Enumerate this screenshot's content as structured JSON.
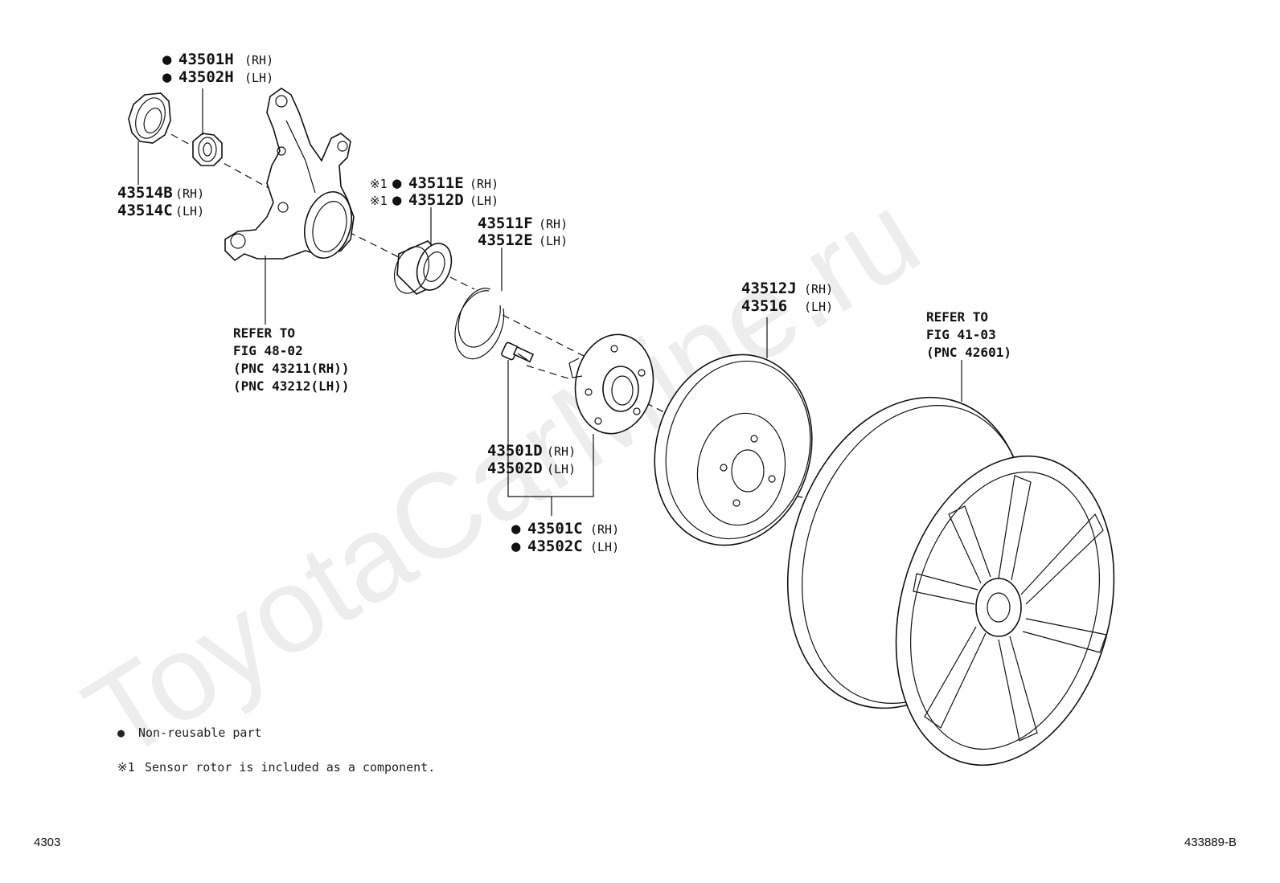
{
  "watermark": "ToyotaCarMine.ru",
  "colors": {
    "line": "#111111",
    "watermark": "#ededed",
    "background": "#ffffff"
  },
  "symbols": {
    "non_reusable": "●",
    "note_mark": "※1"
  },
  "callouts": {
    "nut_rh": {
      "pn": "43501H",
      "side": "(RH)"
    },
    "nut_lh": {
      "pn": "43502H",
      "side": "(LH)"
    },
    "cap_rh": {
      "pn": "43514B",
      "side": "(RH)"
    },
    "cap_lh": {
      "pn": "43514C",
      "side": "(LH)"
    },
    "bearing_rh": {
      "pn": "43511E",
      "side": "(RH)"
    },
    "bearing_lh": {
      "pn": "43512D",
      "side": "(LH)"
    },
    "snapring_rh": {
      "pn": "43511F",
      "side": "(RH)"
    },
    "snapring_lh": {
      "pn": "43512E",
      "side": "(LH)"
    },
    "disc_rh": {
      "pn": "43512J",
      "side": "(RH)"
    },
    "disc_lh": {
      "pn": "43516",
      "side": "(LH)"
    },
    "bolt_rh": {
      "pn": "43501D",
      "side": "(RH)"
    },
    "bolt_lh": {
      "pn": "43502D",
      "side": "(LH)"
    },
    "hubset_rh": {
      "pn": "43501C",
      "side": "(RH)"
    },
    "hubset_lh": {
      "pn": "43502C",
      "side": "(LH)"
    }
  },
  "references": {
    "knuckle": [
      "REFER TO",
      "FIG 48-02",
      "(PNC 43211(RH))",
      "(PNC 43212(LH))"
    ],
    "wheel": [
      "REFER TO",
      "FIG 41-03",
      "(PNC 42601)"
    ]
  },
  "legend": {
    "non_reusable": "Non-reusable part",
    "note1": "Sensor rotor is included as a component."
  },
  "footer": {
    "left": "4303",
    "right": "433889-B"
  }
}
